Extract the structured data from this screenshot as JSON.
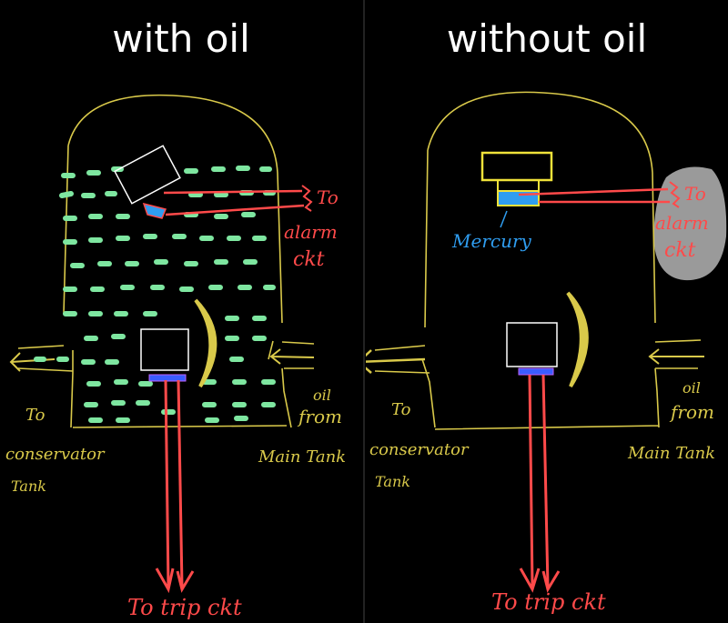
{
  "panels": [
    {
      "title": "with oil",
      "labels": {
        "alarm_to": "To",
        "alarm_1": "alarm",
        "alarm_2": "ckt",
        "to_left": "To",
        "conservator_1": "conservator",
        "conservator_2": "Tank",
        "oil_1": "oil",
        "oil_2": "from",
        "main_tank": "Main Tank",
        "trip": "To trip ckt"
      }
    },
    {
      "title": "without oil",
      "labels": {
        "mercury": "Mercury",
        "alarm_to": "To",
        "alarm_1": "alarm",
        "alarm_2": "ckt",
        "to_left": "To",
        "conservator_1": "conservator",
        "conservator_2": "Tank",
        "oil_1": "oil",
        "oil_2": "from",
        "main_tank": "Main Tank",
        "trip": "To trip ckt"
      }
    }
  ],
  "colors": {
    "outline": "#d9c94a",
    "oil": "#7ee6a0",
    "wire": "#ff4a4a",
    "mercury": "#2f9df0",
    "highlight": "#9a9a9a"
  }
}
